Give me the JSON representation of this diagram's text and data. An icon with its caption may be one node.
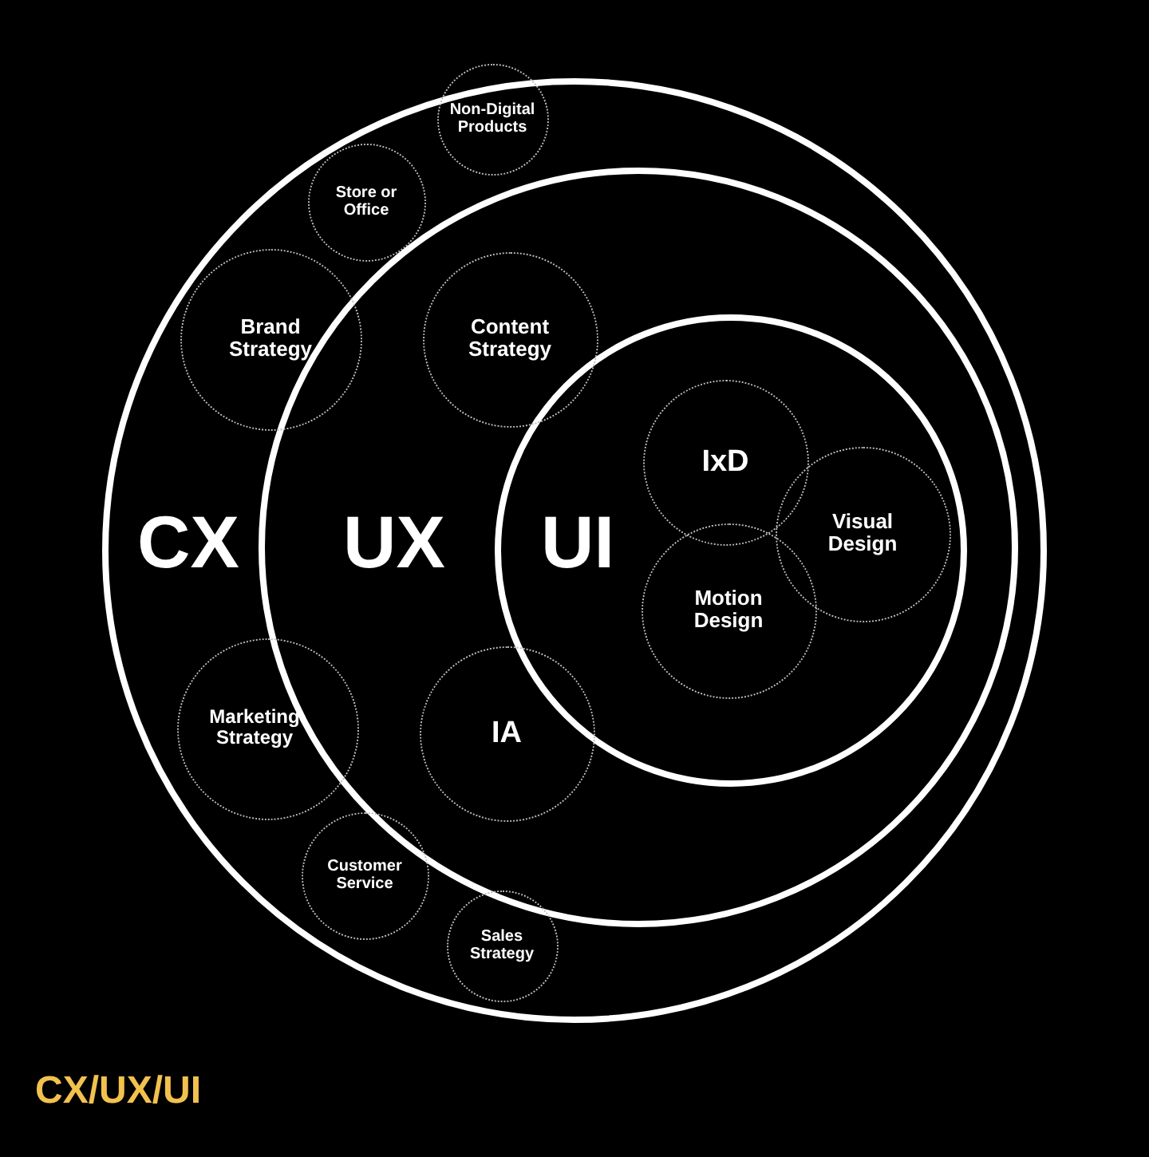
{
  "diagram": {
    "caption": "CX/UX/UI",
    "nodes": [
      {
        "text": [
          "CX"
        ]
      },
      {
        "text": [
          "UX"
        ],
        "in": 0
      },
      {
        "text": [
          "UI"
        ],
        "in": 1
      },
      {
        "text": [
          "Non-Digital Products"
        ],
        "in": 0
      },
      {
        "text": [
          "Store or Office"
        ],
        "in": 0
      },
      {
        "text": [
          "Brand Strategy"
        ],
        "in": 0
      },
      {
        "text": [
          "Content Strategy"
        ],
        "in": 1
      },
      {
        "text": [
          "IxD"
        ],
        "in": 2
      },
      {
        "text": [
          "Visual Design"
        ],
        "in": 2
      },
      {
        "text": [
          "Motion Design"
        ],
        "in": 2
      },
      {
        "text": [
          "Marketing Strategy"
        ],
        "in": 0
      },
      {
        "text": [
          "IA"
        ],
        "in": 1
      },
      {
        "text": [
          "Customer Service"
        ],
        "in": 0
      },
      {
        "text": [
          "Sales Strategy"
        ],
        "in": 0
      }
    ]
  }
}
